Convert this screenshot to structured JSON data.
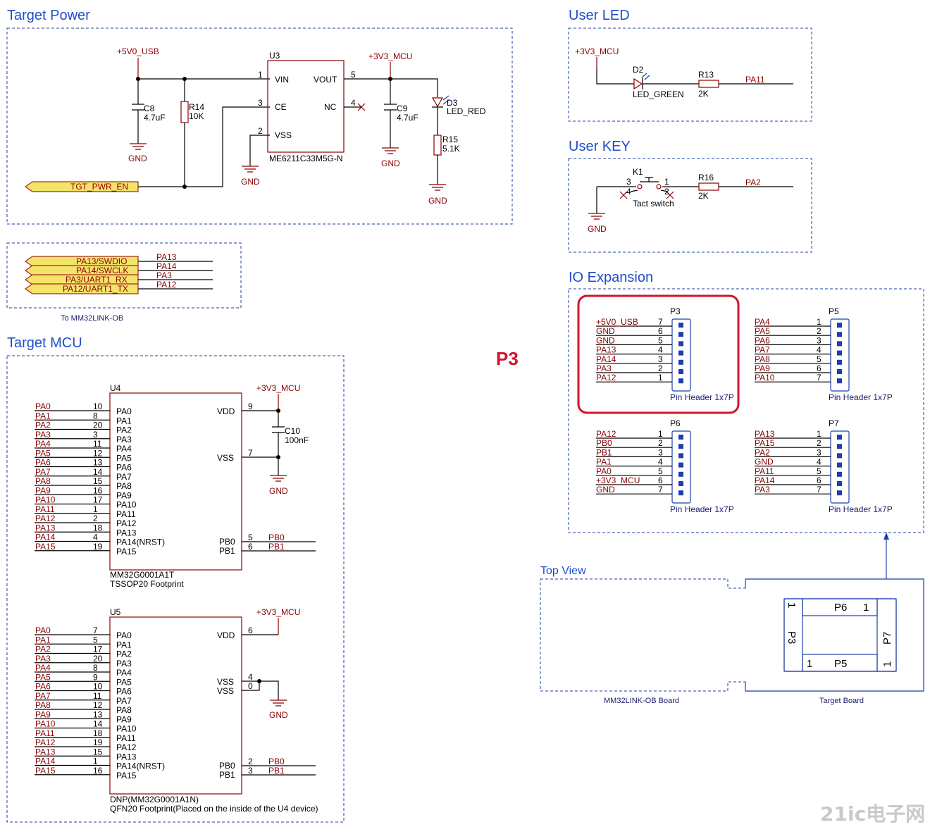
{
  "sections": {
    "target_power": "Target Power",
    "user_led": "User LED",
    "user_key": "User KEY",
    "io_expansion": "IO Expansion",
    "target_mcu": "Target MCU",
    "top_view": "Top View"
  },
  "callout": "P3",
  "power": {
    "usb_net": "+5V0_USB",
    "mcu_net": "+3V3_MCU",
    "u3_ref": "U3",
    "u3_part": "ME6211C33M5G-N",
    "u3_pins": {
      "vin": "VIN",
      "ce": "CE",
      "vss": "VSS",
      "vout": "VOUT",
      "nc": "NC"
    },
    "u3_nums": {
      "vin": "1",
      "ce": "3",
      "vss": "2",
      "vout": "5",
      "nc": "4"
    },
    "c8": "C8",
    "c8_val": "4.7uF",
    "r14": "R14",
    "r14_val": "10K",
    "c9": "C9",
    "c9_val": "4.7uF",
    "d3": "D3",
    "d3_val": "LED_RED",
    "r15": "R15",
    "r15_val": "5.1K",
    "gnd": "GND",
    "port": "TGT_PWR_EN"
  },
  "link": {
    "ports": [
      "PA13/SWDIO",
      "PA14/SWCLK",
      "PA3/UART1_RX",
      "PA12/UART1_TX"
    ],
    "nets": [
      "PA13",
      "PA14",
      "PA3",
      "PA12"
    ],
    "caption": "To MM32LINK-OB"
  },
  "led": {
    "net": "+3V3_MCU",
    "d2": "D2",
    "d2_val": "LED_GREEN",
    "r13": "R13",
    "r13_val": "2K",
    "pa": "PA11"
  },
  "key": {
    "k1": "K1",
    "k1_val": "Tact switch",
    "pins": [
      "3",
      "4",
      "1",
      "2"
    ],
    "r16": "R16",
    "r16_val": "2K",
    "pa": "PA2",
    "gnd": "GND"
  },
  "headers": [
    {
      "ref": "P3",
      "nets": [
        "+5V0_USB",
        "GND",
        "GND",
        "PA13",
        "PA14",
        "PA3",
        "PA12"
      ],
      "pins": [
        "7",
        "6",
        "5",
        "4",
        "3",
        "2",
        "1"
      ],
      "label": "Pin Header 1x7P"
    },
    {
      "ref": "P5",
      "nets": [
        "PA4",
        "PA5",
        "PA6",
        "PA7",
        "PA8",
        "PA9",
        "PA10"
      ],
      "pins": [
        "1",
        "2",
        "3",
        "4",
        "5",
        "6",
        "7"
      ],
      "label": "Pin Header 1x7P"
    },
    {
      "ref": "P6",
      "nets": [
        "PA12",
        "PB0",
        "PB1",
        "PA1",
        "PA0",
        "+3V3_MCU",
        "GND"
      ],
      "pins": [
        "1",
        "2",
        "3",
        "4",
        "5",
        "6",
        "7"
      ],
      "label": "Pin Header 1x7P"
    },
    {
      "ref": "P7",
      "nets": [
        "PA13",
        "PA15",
        "PA2",
        "GND",
        "PA11",
        "PA14",
        "PA3"
      ],
      "pins": [
        "1",
        "2",
        "3",
        "4",
        "5",
        "6",
        "7"
      ],
      "label": "Pin Header 1x7P"
    }
  ],
  "mcu": {
    "u4_ref": "U4",
    "u4_part": "MM32G0001A1T",
    "u4_fp": "TSSOP20 Footprint",
    "u4_nets": [
      "PA0",
      "PA1",
      "PA2",
      "PA3",
      "PA4",
      "PA5",
      "PA6",
      "PA7",
      "PA8",
      "PA9",
      "PA10",
      "PA11",
      "PA12",
      "PA13",
      "PA14",
      "PA15"
    ],
    "u4_nums": [
      "10",
      "8",
      "20",
      "3",
      "11",
      "12",
      "13",
      "14",
      "15",
      "16",
      "17",
      "1",
      "2",
      "18",
      "4",
      "19"
    ],
    "u4_pins": [
      "PA0",
      "PA1",
      "PA2",
      "PA3",
      "PA4",
      "PA5",
      "PA6",
      "PA7",
      "PA8",
      "PA9",
      "PA10",
      "PA11",
      "PA12",
      "PA13",
      "PA14(NRST)",
      "PA15"
    ],
    "u4_vdd": "VDD",
    "u4_vdd_n": "9",
    "u4_vss": "VSS",
    "u4_vss_n": "7",
    "u4_pb0": "PB0",
    "u4_pb0_n": "5",
    "u4_pb1": "PB1",
    "u4_pb1_n": "6",
    "c10": "C10",
    "c10_val": "100nF",
    "net": "+3V3_MCU",
    "gnd": "GND",
    "u5_ref": "U5",
    "u5_part": "DNP(MM32G0001A1N)",
    "u5_fp": "QFN20 Footprint(Placed on the inside of the U4 device)",
    "u5_nums": [
      "7",
      "5",
      "17",
      "20",
      "8",
      "9",
      "10",
      "11",
      "12",
      "13",
      "14",
      "18",
      "19",
      "15",
      "1",
      "16"
    ],
    "u5_vdd_n": "6",
    "u5_vss_n": [
      "4",
      "0"
    ],
    "u5_pb0_n": "2",
    "u5_pb1_n": "3"
  },
  "topview": {
    "p6": "P6",
    "p5": "P5",
    "p3": "P3",
    "p7": "P7",
    "one": "1",
    "board_left": "MM32LINK-OB Board",
    "board_right": "Target Board"
  },
  "watermark": "21ic电子网"
}
